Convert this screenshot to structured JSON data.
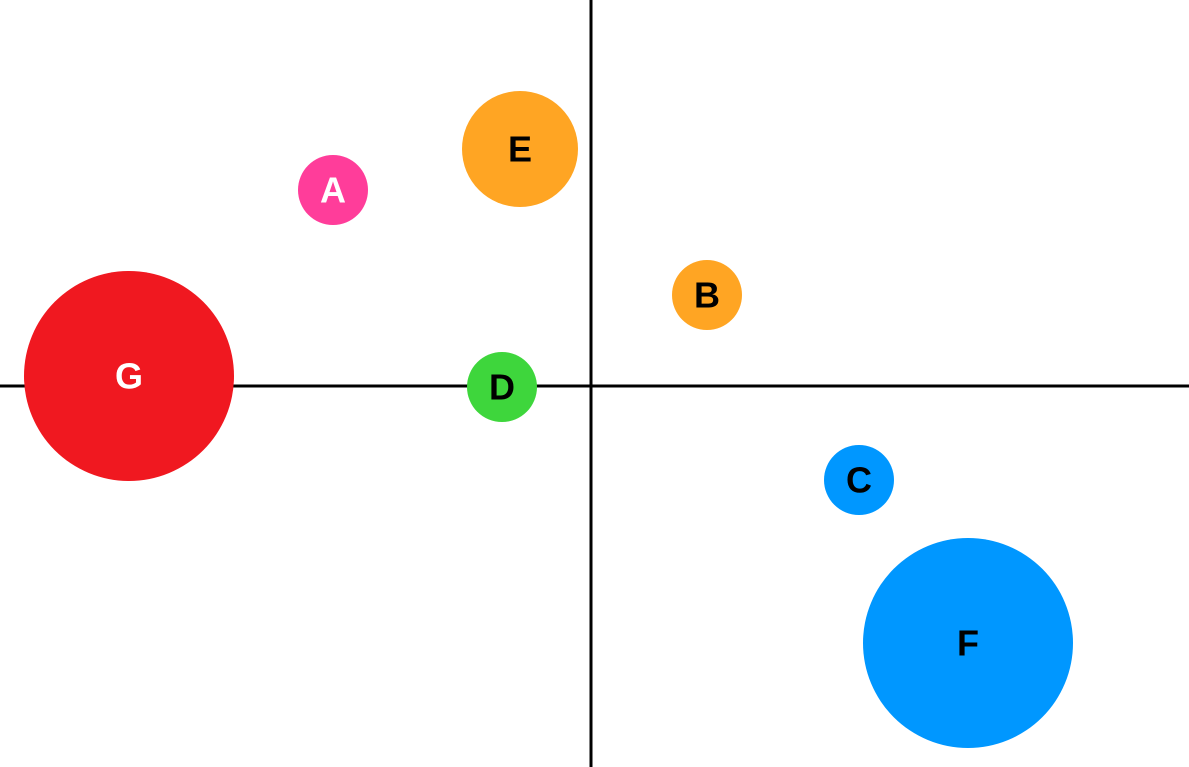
{
  "nodes": [
    {
      "id": "A",
      "label": "A",
      "color": "#FF3D9A",
      "text_color": "#FFFFFF"
    },
    {
      "id": "B",
      "label": "B",
      "color": "#FFA523",
      "text_color": "#000000"
    },
    {
      "id": "C",
      "label": "C",
      "color": "#0097FF",
      "text_color": "#000000"
    },
    {
      "id": "D",
      "label": "D",
      "color": "#3ED63C",
      "text_color": "#000000"
    },
    {
      "id": "E",
      "label": "E",
      "color": "#FFA523",
      "text_color": "#000000"
    },
    {
      "id": "F",
      "label": "F",
      "color": "#0097FF",
      "text_color": "#000000"
    },
    {
      "id": "G",
      "label": "G",
      "color": "#F01820",
      "text_color": "#FFFFFF"
    }
  ],
  "axes": {
    "color": "#000000"
  }
}
